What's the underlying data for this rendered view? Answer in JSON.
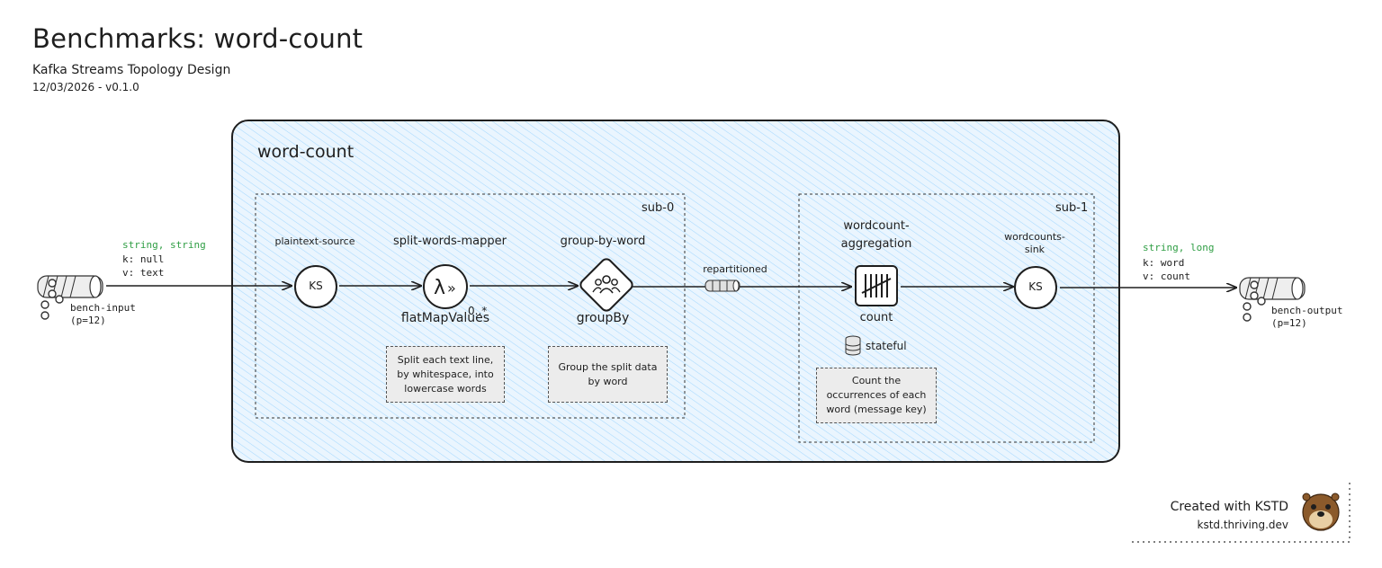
{
  "header": {
    "title": "Benchmarks: word-count",
    "subtitle": "Kafka Streams Topology Design",
    "date_version": "12/03/2026 - v0.1.0"
  },
  "topology": {
    "name": "word-count",
    "subtopologies": [
      "sub-0",
      "sub-1"
    ]
  },
  "input_topic": {
    "name": "bench-input",
    "partitions": "(p=12)",
    "types": "string, string",
    "key": "k: null",
    "value": "v: text"
  },
  "output_topic": {
    "name": "bench-output",
    "partitions": "(p=12)",
    "types": "string, long",
    "key": "k: word",
    "value": "v: count"
  },
  "nodes": {
    "source": {
      "name": "plaintext-source",
      "icon_text": "KS"
    },
    "mapper": {
      "name": "split-words-mapper",
      "op": "flatMapValues",
      "cardinality": "0..*",
      "note": [
        "Split each text line,",
        "by whitespace, into",
        "lowercase words"
      ]
    },
    "group": {
      "name": "group-by-word",
      "op": "groupBy",
      "note": [
        "Group the split data",
        "by word"
      ]
    },
    "aggregation": {
      "name_line1": "wordcount-",
      "name_line2": "aggregation",
      "op": "count",
      "state": "stateful",
      "note": [
        "Count the",
        "occurrences of each",
        "word (message key)"
      ]
    },
    "sink": {
      "name_line1": "wordcounts-",
      "name_line2": "sink",
      "icon_text": "KS"
    }
  },
  "edges": {
    "repartition_label": "repartitioned"
  },
  "footer": {
    "created": "Created with KSTD",
    "url": "kstd.thriving.dev"
  },
  "colors": {
    "hatch": "#a5d8ff",
    "box_fill": "#eaf5fe",
    "type_green": "#2f9e44"
  }
}
